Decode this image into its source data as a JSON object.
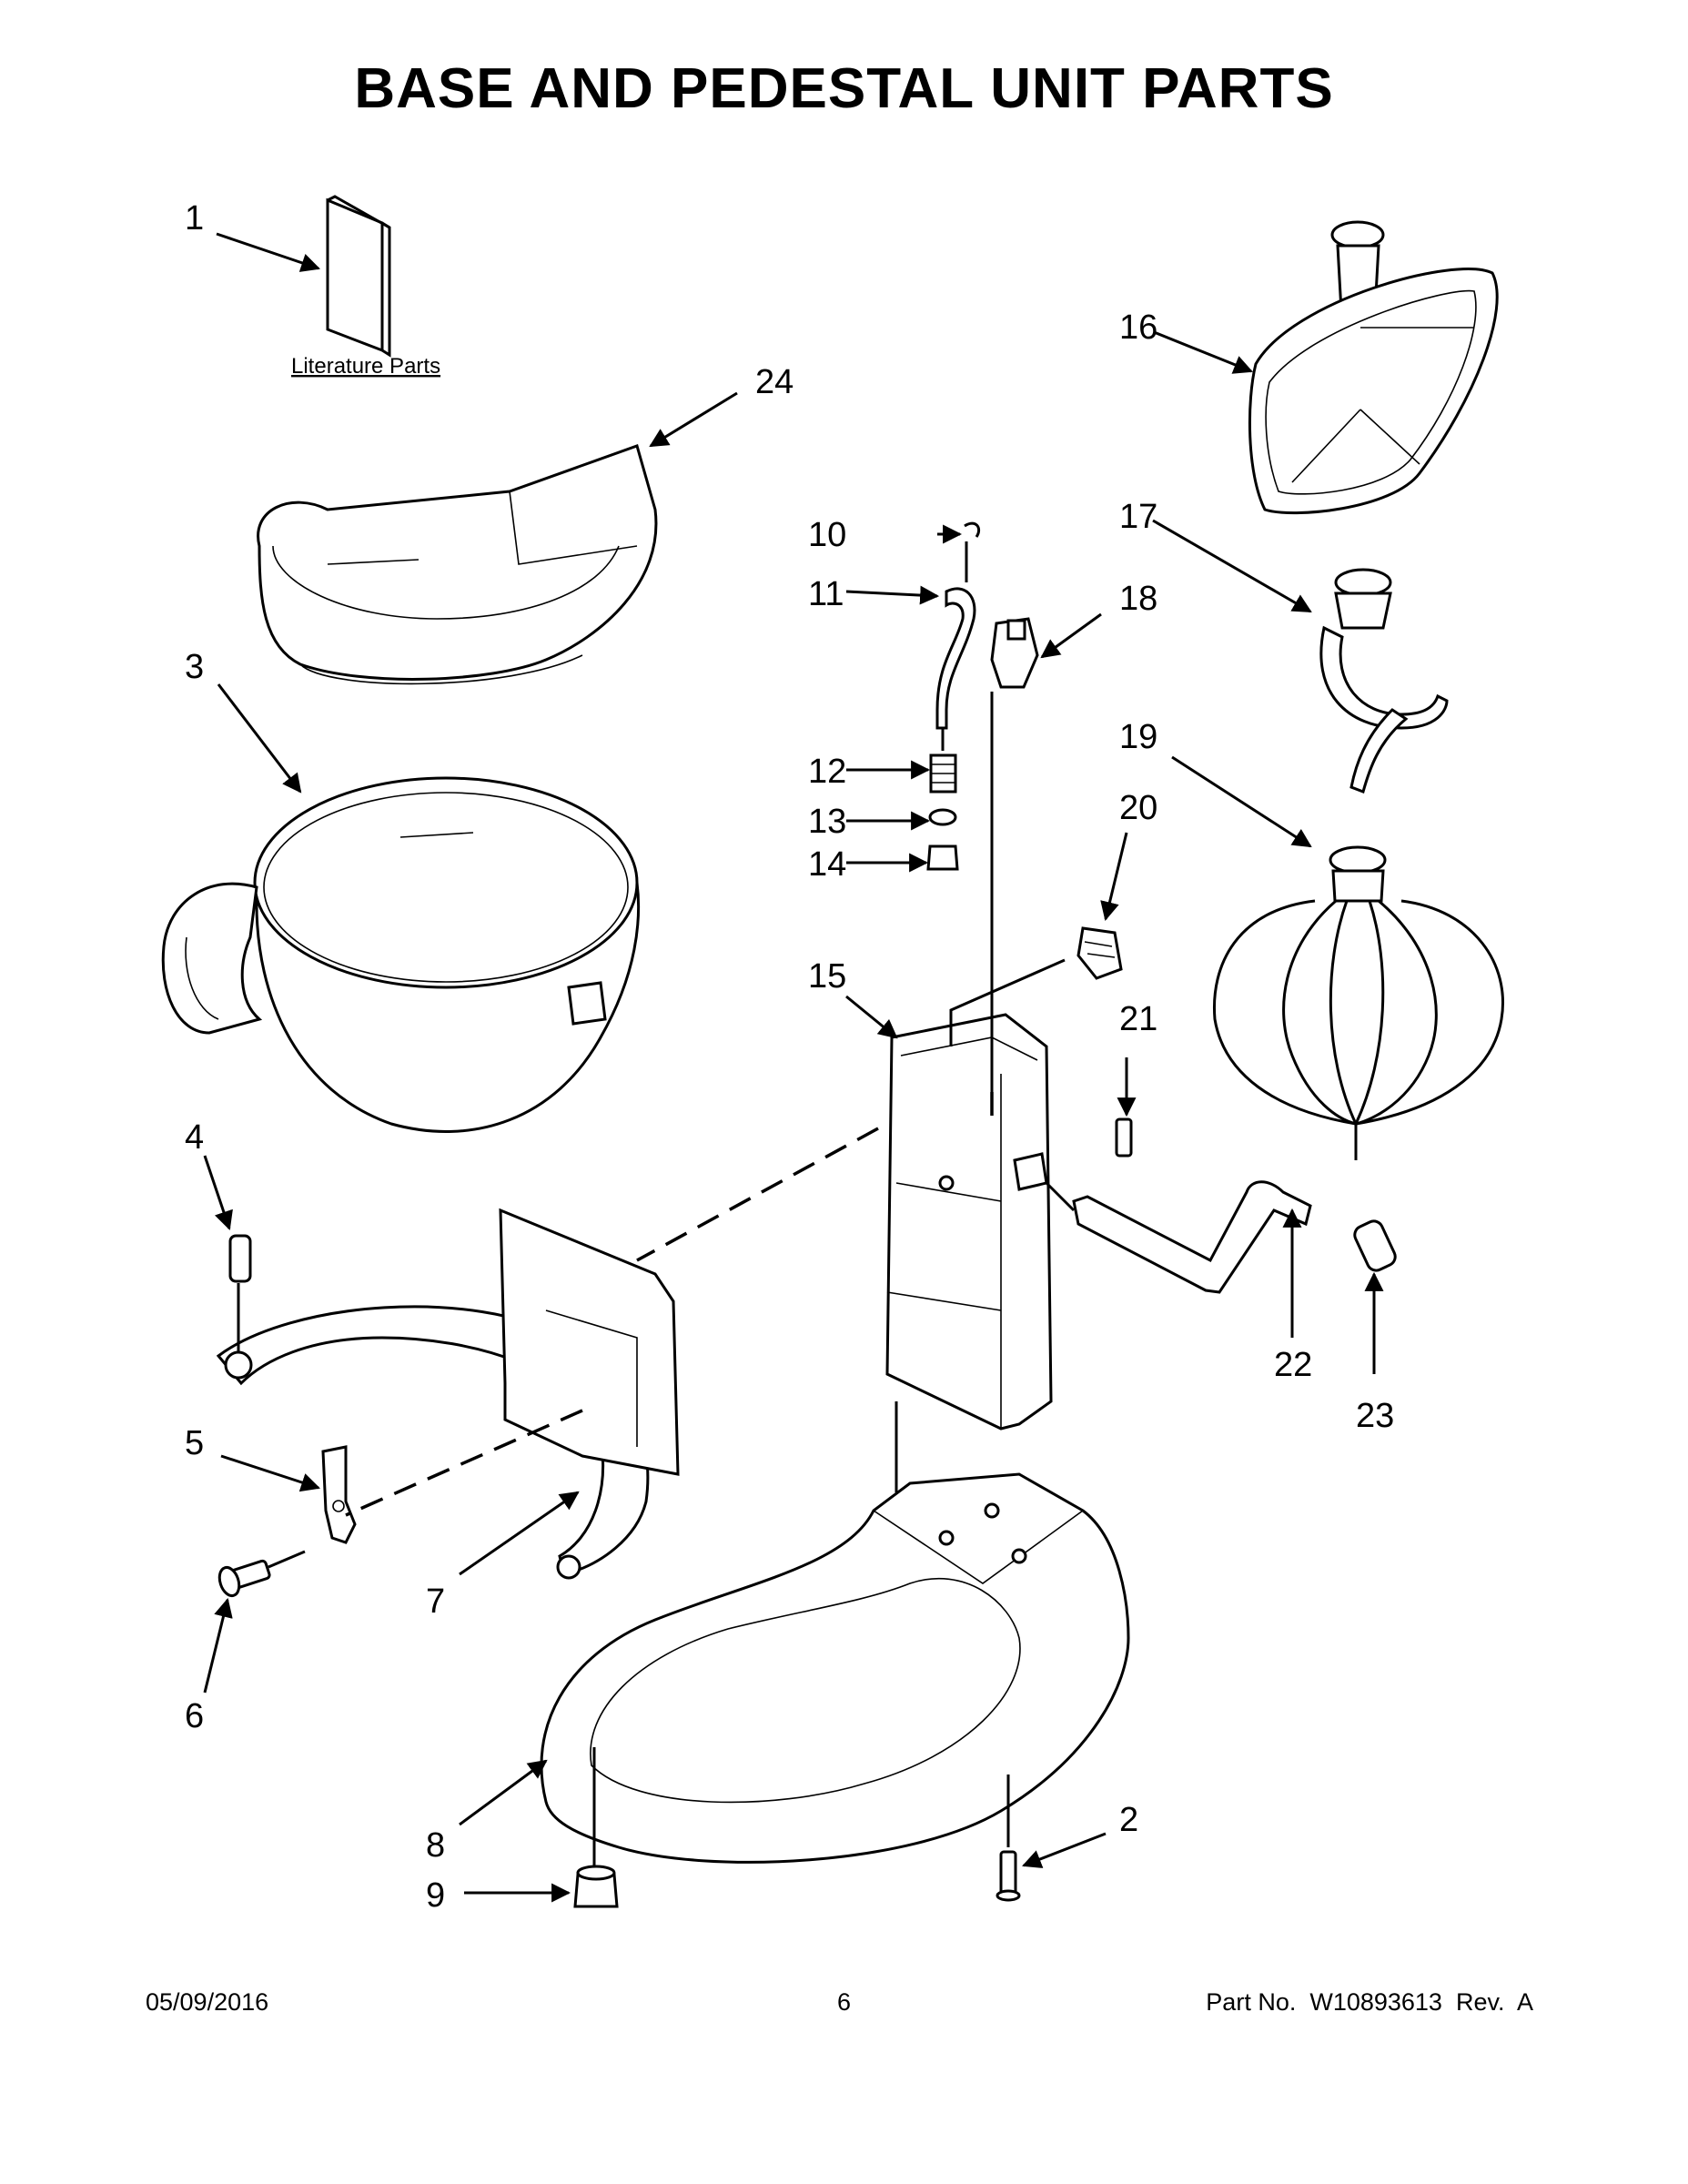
{
  "title": "BASE AND PEDESTAL UNIT PARTS",
  "literature_label": "Literature Parts",
  "callouts": [
    "1",
    "2",
    "3",
    "4",
    "5",
    "6",
    "7",
    "8",
    "9",
    "10",
    "11",
    "12",
    "13",
    "14",
    "15",
    "16",
    "17",
    "18",
    "19",
    "20",
    "21",
    "22",
    "23",
    "24"
  ],
  "footer": {
    "date": "05/09/2016",
    "page": "6",
    "part_no": "Part No.  W10893613  Rev.  A"
  }
}
